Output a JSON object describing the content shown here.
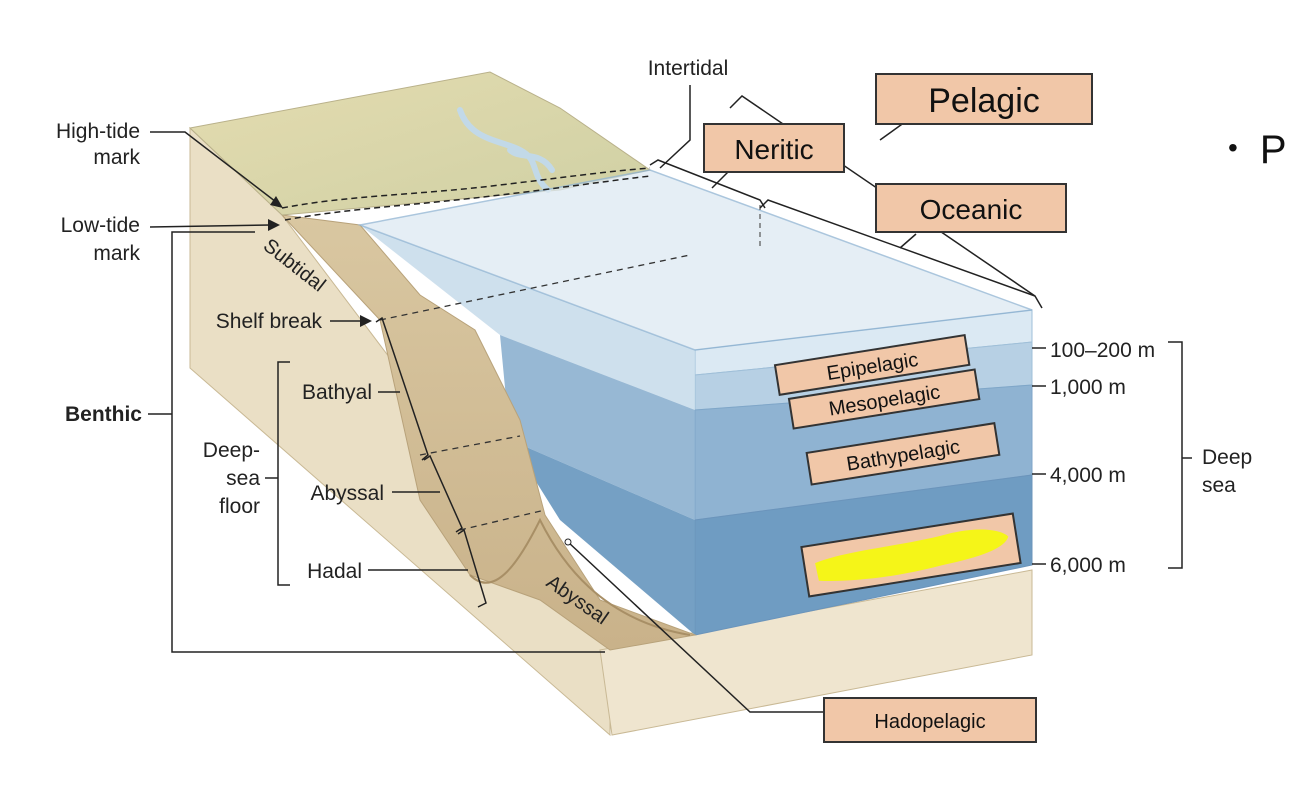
{
  "zones": {
    "intertidal": "Intertidal",
    "pelagic": "Pelagic",
    "neritic": "Neritic",
    "oceanic": "Oceanic"
  },
  "shore_labels": {
    "high_tide_1": "High-tide",
    "high_tide_2": "mark",
    "low_tide_1": "Low-tide",
    "low_tide_2": "mark",
    "subtidal": "Subtidal",
    "shelf_break": "Shelf break",
    "abyssal_floor": "Abyssal"
  },
  "benthic": {
    "title": "Benthic",
    "bathyal": "Bathyal",
    "deep_sea_floor_1": "Deep-",
    "deep_sea_floor_2": "sea",
    "deep_sea_floor_3": "floor",
    "abyssal": "Abyssal",
    "hadal": "Hadal"
  },
  "pelagic_layers": {
    "epipelagic": "Epipelagic",
    "mesopelagic": "Mesopelagic",
    "bathypelagic": "Bathypelagic",
    "hadopelagic": "Hadopelagic"
  },
  "depths": {
    "d1": "100–200 m",
    "d2": "1,000 m",
    "d3": "4,000 m",
    "d4": "6,000 m",
    "deep_sea_1": "Deep",
    "deep_sea_2": "sea"
  },
  "bullet_text": "P",
  "colors": {
    "label_box": "#f1c7a8",
    "highlight": "#f5f518",
    "water_top": "#cfe2ef",
    "water_deep": "#5f90b8",
    "sediment": "#ece0c6"
  }
}
